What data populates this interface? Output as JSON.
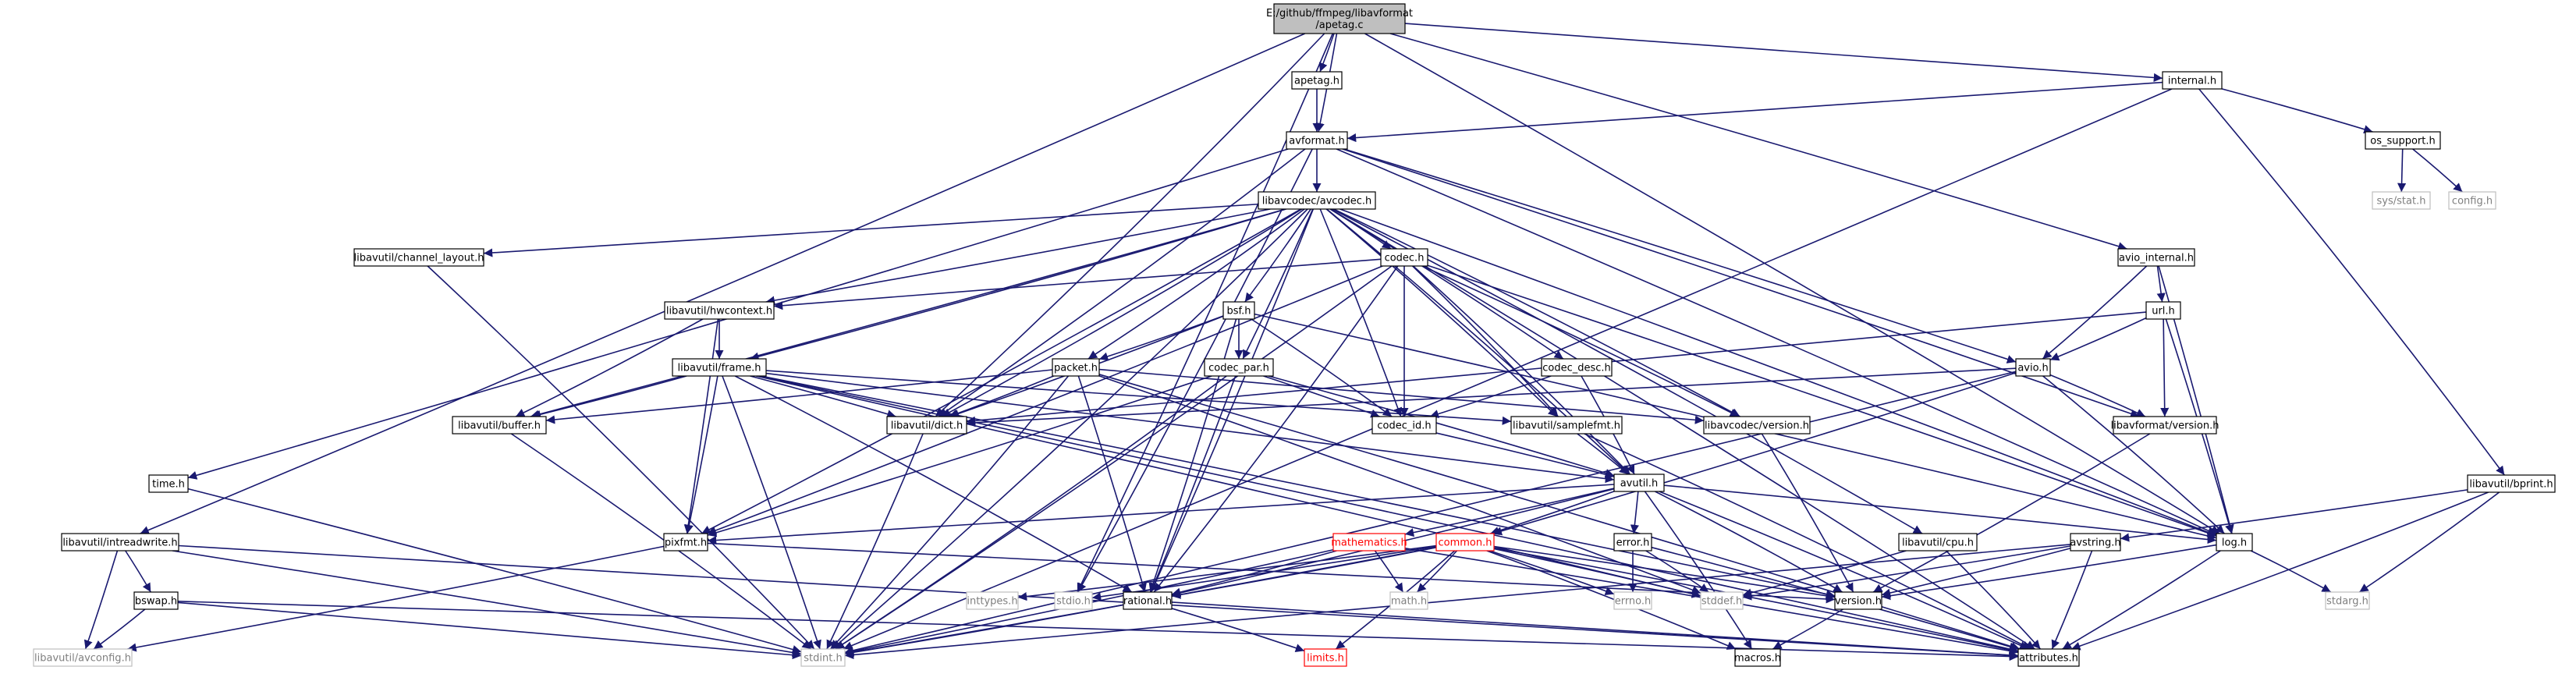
{
  "colors": {
    "edge": "#191970",
    "root_fill": "#bfbfbf",
    "node_border": "#000000",
    "missing_border": "#bfbfbf",
    "missing_text": "#7f7f7f",
    "red_border": "#ff0000",
    "red_text": "#ff0000"
  },
  "nodes": [
    {
      "id": "apetag_c",
      "lines": [
        "E:/github/ffmpeg/libavformat",
        "/apetag.c"
      ],
      "style": "root"
    },
    {
      "id": "apetag_h",
      "lines": [
        "apetag.h"
      ],
      "style": "normal"
    },
    {
      "id": "internal_h",
      "lines": [
        "internal.h"
      ],
      "style": "normal"
    },
    {
      "id": "avformat_h",
      "lines": [
        "avformat.h"
      ],
      "style": "normal"
    },
    {
      "id": "os_support_h",
      "lines": [
        "os_support.h"
      ],
      "style": "normal"
    },
    {
      "id": "sys_stat_h",
      "lines": [
        "sys/stat.h"
      ],
      "style": "missing"
    },
    {
      "id": "config_h",
      "lines": [
        "config.h"
      ],
      "style": "missing"
    },
    {
      "id": "avcodec_h",
      "lines": [
        "libavcodec/avcodec.h"
      ],
      "style": "normal"
    },
    {
      "id": "channel_layout_h",
      "lines": [
        "libavutil/channel_layout.h"
      ],
      "style": "normal"
    },
    {
      "id": "codec_h",
      "lines": [
        "codec.h"
      ],
      "style": "normal"
    },
    {
      "id": "avio_internal_h",
      "lines": [
        "avio_internal.h"
      ],
      "style": "normal"
    },
    {
      "id": "hwcontext_h",
      "lines": [
        "libavutil/hwcontext.h"
      ],
      "style": "normal"
    },
    {
      "id": "bsf_h",
      "lines": [
        "bsf.h"
      ],
      "style": "normal"
    },
    {
      "id": "url_h",
      "lines": [
        "url.h"
      ],
      "style": "normal"
    },
    {
      "id": "frame_h",
      "lines": [
        "libavutil/frame.h"
      ],
      "style": "normal"
    },
    {
      "id": "packet_h",
      "lines": [
        "packet.h"
      ],
      "style": "normal"
    },
    {
      "id": "codec_par_h",
      "lines": [
        "codec_par.h"
      ],
      "style": "normal"
    },
    {
      "id": "codec_desc_h",
      "lines": [
        "codec_desc.h"
      ],
      "style": "normal"
    },
    {
      "id": "avio_h",
      "lines": [
        "avio.h"
      ],
      "style": "normal"
    },
    {
      "id": "buffer_h",
      "lines": [
        "libavutil/buffer.h"
      ],
      "style": "normal"
    },
    {
      "id": "dict_h",
      "lines": [
        "libavutil/dict.h"
      ],
      "style": "normal"
    },
    {
      "id": "codec_id_h",
      "lines": [
        "codec_id.h"
      ],
      "style": "normal"
    },
    {
      "id": "samplefmt_h",
      "lines": [
        "libavutil/samplefmt.h"
      ],
      "style": "normal"
    },
    {
      "id": "avcodec_version_h",
      "lines": [
        "libavcodec/version.h"
      ],
      "style": "normal"
    },
    {
      "id": "avformat_version_h",
      "lines": [
        "libavformat/version.h"
      ],
      "style": "normal"
    },
    {
      "id": "time_h",
      "lines": [
        "time.h"
      ],
      "style": "normal"
    },
    {
      "id": "avutil_h",
      "lines": [
        "avutil.h"
      ],
      "style": "normal"
    },
    {
      "id": "bprint_h",
      "lines": [
        "libavutil/bprint.h"
      ],
      "style": "normal"
    },
    {
      "id": "intreadwrite_h",
      "lines": [
        "libavutil/intreadwrite.h"
      ],
      "style": "normal"
    },
    {
      "id": "pixfmt_h",
      "lines": [
        "pixfmt.h"
      ],
      "style": "normal"
    },
    {
      "id": "mathematics_h",
      "lines": [
        "mathematics.h"
      ],
      "style": "red"
    },
    {
      "id": "common_h",
      "lines": [
        "common.h"
      ],
      "style": "red"
    },
    {
      "id": "error_h",
      "lines": [
        "error.h"
      ],
      "style": "normal"
    },
    {
      "id": "cpu_h",
      "lines": [
        "libavutil/cpu.h"
      ],
      "style": "normal"
    },
    {
      "id": "avstring_h",
      "lines": [
        "avstring.h"
      ],
      "style": "normal"
    },
    {
      "id": "log_h",
      "lines": [
        "log.h"
      ],
      "style": "normal"
    },
    {
      "id": "bswap_h",
      "lines": [
        "bswap.h"
      ],
      "style": "normal"
    },
    {
      "id": "inttypes_h",
      "lines": [
        "inttypes.h"
      ],
      "style": "missing"
    },
    {
      "id": "stdio_h",
      "lines": [
        "stdio.h"
      ],
      "style": "missing"
    },
    {
      "id": "rational_h",
      "lines": [
        "rational.h"
      ],
      "style": "normal"
    },
    {
      "id": "math_h",
      "lines": [
        "math.h"
      ],
      "style": "missing"
    },
    {
      "id": "errno_h",
      "lines": [
        "errno.h"
      ],
      "style": "missing"
    },
    {
      "id": "stddef_h",
      "lines": [
        "stddef.h"
      ],
      "style": "missing"
    },
    {
      "id": "version_h",
      "lines": [
        "version.h"
      ],
      "style": "normal"
    },
    {
      "id": "stdarg_h",
      "lines": [
        "stdarg.h"
      ],
      "style": "missing"
    },
    {
      "id": "avconfig_h",
      "lines": [
        "libavutil/avconfig.h"
      ],
      "style": "missing"
    },
    {
      "id": "stdint_h",
      "lines": [
        "stdint.h"
      ],
      "style": "missing"
    },
    {
      "id": "limits_h",
      "lines": [
        "limits.h"
      ],
      "style": "red"
    },
    {
      "id": "macros_h",
      "lines": [
        "macros.h"
      ],
      "style": "normal"
    },
    {
      "id": "attributes_h",
      "lines": [
        "attributes.h"
      ],
      "style": "normal"
    }
  ],
  "edges": [
    [
      "apetag_c",
      "apetag_h"
    ],
    [
      "apetag_c",
      "internal_h"
    ],
    [
      "apetag_c",
      "avformat_h"
    ],
    [
      "apetag_c",
      "avio_internal_h"
    ],
    [
      "apetag_c",
      "intreadwrite_h"
    ],
    [
      "apetag_c",
      "dict_h"
    ],
    [
      "apetag_c",
      "stdio_h"
    ],
    [
      "apetag_c",
      "log_h"
    ],
    [
      "apetag_h",
      "avformat_h"
    ],
    [
      "internal_h",
      "avformat_h"
    ],
    [
      "internal_h",
      "os_support_h"
    ],
    [
      "internal_h",
      "bprint_h"
    ],
    [
      "internal_h",
      "stdint_h"
    ],
    [
      "os_support_h",
      "sys_stat_h"
    ],
    [
      "os_support_h",
      "config_h"
    ],
    [
      "avformat_h",
      "avcodec_h"
    ],
    [
      "avformat_h",
      "time_h"
    ],
    [
      "avformat_h",
      "stdio_h"
    ],
    [
      "avformat_h",
      "dict_h"
    ],
    [
      "avformat_h",
      "avio_h"
    ],
    [
      "avformat_h",
      "avformat_version_h"
    ],
    [
      "avformat_h",
      "log_h"
    ],
    [
      "avcodec_h",
      "channel_layout_h"
    ],
    [
      "avcodec_h",
      "codec_h"
    ],
    [
      "avcodec_h",
      "hwcontext_h"
    ],
    [
      "avcodec_h",
      "bsf_h"
    ],
    [
      "avcodec_h",
      "frame_h"
    ],
    [
      "avcodec_h",
      "packet_h"
    ],
    [
      "avcodec_h",
      "codec_par_h"
    ],
    [
      "avcodec_h",
      "codec_desc_h"
    ],
    [
      "avcodec_h",
      "dict_h"
    ],
    [
      "avcodec_h",
      "buffer_h"
    ],
    [
      "avcodec_h",
      "codec_id_h"
    ],
    [
      "avcodec_h",
      "samplefmt_h"
    ],
    [
      "avcodec_h",
      "avcodec_version_h"
    ],
    [
      "avcodec_h",
      "avutil_h"
    ],
    [
      "avcodec_h",
      "cpu_h"
    ],
    [
      "avcodec_h",
      "pixfmt_h"
    ],
    [
      "avcodec_h",
      "rational_h"
    ],
    [
      "avcodec_h",
      "log_h"
    ],
    [
      "avcodec_h",
      "attributes_h"
    ],
    [
      "avcodec_h",
      "stdint_h"
    ],
    [
      "channel_layout_h",
      "stdint_h"
    ],
    [
      "codec_h",
      "hwcontext_h"
    ],
    [
      "codec_h",
      "codec_id_h"
    ],
    [
      "codec_h",
      "samplefmt_h"
    ],
    [
      "codec_h",
      "avcodec_version_h"
    ],
    [
      "codec_h",
      "avutil_h"
    ],
    [
      "codec_h",
      "pixfmt_h"
    ],
    [
      "codec_h",
      "rational_h"
    ],
    [
      "codec_h",
      "log_h"
    ],
    [
      "codec_h",
      "stdint_h"
    ],
    [
      "avio_internal_h",
      "url_h"
    ],
    [
      "avio_internal_h",
      "avio_h"
    ],
    [
      "avio_internal_h",
      "log_h"
    ],
    [
      "hwcontext_h",
      "buffer_h"
    ],
    [
      "hwcontext_h",
      "frame_h"
    ],
    [
      "hwcontext_h",
      "pixfmt_h"
    ],
    [
      "bsf_h",
      "packet_h"
    ],
    [
      "bsf_h",
      "codec_par_h"
    ],
    [
      "bsf_h",
      "codec_id_h"
    ],
    [
      "bsf_h",
      "dict_h"
    ],
    [
      "bsf_h",
      "log_h"
    ],
    [
      "bsf_h",
      "rational_h"
    ],
    [
      "url_h",
      "avio_h"
    ],
    [
      "url_h",
      "avformat_version_h"
    ],
    [
      "url_h",
      "log_h"
    ],
    [
      "url_h",
      "dict_h"
    ],
    [
      "frame_h",
      "buffer_h"
    ],
    [
      "frame_h",
      "dict_h"
    ],
    [
      "frame_h",
      "samplefmt_h"
    ],
    [
      "frame_h",
      "avutil_h"
    ],
    [
      "frame_h",
      "pixfmt_h"
    ],
    [
      "frame_h",
      "rational_h"
    ],
    [
      "frame_h",
      "version_h"
    ],
    [
      "frame_h",
      "stdint_h"
    ],
    [
      "frame_h",
      "stddef_h"
    ],
    [
      "frame_h",
      "attributes_h"
    ],
    [
      "packet_h",
      "buffer_h"
    ],
    [
      "packet_h",
      "dict_h"
    ],
    [
      "packet_h",
      "avcodec_version_h"
    ],
    [
      "packet_h",
      "rational_h"
    ],
    [
      "packet_h",
      "attributes_h"
    ],
    [
      "packet_h",
      "stdint_h"
    ],
    [
      "packet_h",
      "stddef_h"
    ],
    [
      "codec_par_h",
      "codec_id_h"
    ],
    [
      "codec_par_h",
      "avutil_h"
    ],
    [
      "codec_par_h",
      "pixfmt_h"
    ],
    [
      "codec_par_h",
      "rational_h"
    ],
    [
      "codec_par_h",
      "stdint_h"
    ],
    [
      "codec_desc_h",
      "codec_id_h"
    ],
    [
      "codec_desc_h",
      "avutil_h"
    ],
    [
      "avio_h",
      "dict_h"
    ],
    [
      "avio_h",
      "avformat_version_h"
    ],
    [
      "avio_h",
      "log_h"
    ],
    [
      "avio_h",
      "common_h"
    ],
    [
      "avio_h",
      "stdint_h"
    ],
    [
      "buffer_h",
      "stdint_h"
    ],
    [
      "dict_h",
      "stdint_h"
    ],
    [
      "codec_id_h",
      "avutil_h"
    ],
    [
      "samplefmt_h",
      "avutil_h"
    ],
    [
      "samplefmt_h",
      "attributes_h"
    ],
    [
      "avcodec_version_h",
      "version_h"
    ],
    [
      "avformat_version_h",
      "version_h"
    ],
    [
      "time_h",
      "stdint_h"
    ],
    [
      "avutil_h",
      "pixfmt_h"
    ],
    [
      "avutil_h",
      "mathematics_h"
    ],
    [
      "avutil_h",
      "common_h"
    ],
    [
      "avutil_h",
      "error_h"
    ],
    [
      "avutil_h",
      "rational_h"
    ],
    [
      "avutil_h",
      "version_h"
    ],
    [
      "avutil_h",
      "macros_h"
    ],
    [
      "avutil_h",
      "log_h"
    ],
    [
      "avutil_h",
      "attributes_h"
    ],
    [
      "bprint_h",
      "avstring_h"
    ],
    [
      "bprint_h",
      "stdarg_h"
    ],
    [
      "bprint_h",
      "attributes_h"
    ],
    [
      "intreadwrite_h",
      "bswap_h"
    ],
    [
      "intreadwrite_h",
      "avconfig_h"
    ],
    [
      "intreadwrite_h",
      "stdint_h"
    ],
    [
      "intreadwrite_h",
      "attributes_h"
    ],
    [
      "pixfmt_h",
      "avconfig_h"
    ],
    [
      "pixfmt_h",
      "version_h"
    ],
    [
      "mathematics_h",
      "rational_h"
    ],
    [
      "mathematics_h",
      "math_h"
    ],
    [
      "mathematics_h",
      "stdint_h"
    ],
    [
      "mathematics_h",
      "attributes_h"
    ],
    [
      "common_h",
      "inttypes_h"
    ],
    [
      "common_h",
      "stdio_h"
    ],
    [
      "common_h",
      "rational_h"
    ],
    [
      "common_h",
      "math_h"
    ],
    [
      "common_h",
      "errno_h"
    ],
    [
      "common_h",
      "stddef_h"
    ],
    [
      "common_h",
      "version_h"
    ],
    [
      "common_h",
      "stdint_h"
    ],
    [
      "common_h",
      "limits_h"
    ],
    [
      "common_h",
      "macros_h"
    ],
    [
      "common_h",
      "attributes_h"
    ],
    [
      "error_h",
      "errno_h"
    ],
    [
      "error_h",
      "stddef_h"
    ],
    [
      "error_h",
      "attributes_h"
    ],
    [
      "cpu_h",
      "stddef_h"
    ],
    [
      "cpu_h",
      "attributes_h"
    ],
    [
      "avstring_h",
      "stddef_h"
    ],
    [
      "avstring_h",
      "stdint_h"
    ],
    [
      "avstring_h",
      "attributes_h"
    ],
    [
      "avstring_h",
      "version_h"
    ],
    [
      "log_h",
      "stdarg_h"
    ],
    [
      "log_h",
      "version_h"
    ],
    [
      "log_h",
      "attributes_h"
    ],
    [
      "bswap_h",
      "avconfig_h"
    ],
    [
      "bswap_h",
      "stdint_h"
    ],
    [
      "bswap_h",
      "attributes_h"
    ],
    [
      "rational_h",
      "stdint_h"
    ],
    [
      "rational_h",
      "limits_h"
    ],
    [
      "rational_h",
      "attributes_h"
    ],
    [
      "version_h",
      "macros_h"
    ]
  ]
}
